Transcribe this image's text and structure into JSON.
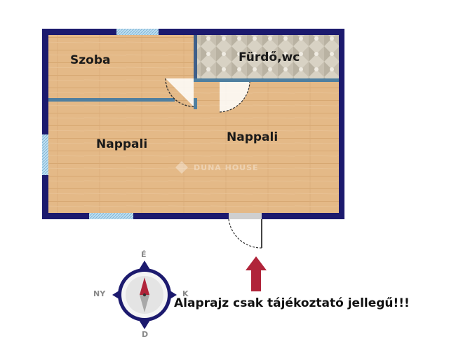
{
  "rooms": {
    "szoba": "Szoba",
    "furdo": "Fürdő,wc",
    "nappali_left": "Nappali",
    "nappali_right": "Nappali"
  },
  "compass": {
    "north": "É",
    "south": "D",
    "east": "K",
    "west": "NY"
  },
  "note": "Alaprajz csak tájékoztató jellegű!!!",
  "watermark": "DUNA HOUSE",
  "colors": {
    "wall": "#1c1a6e",
    "floor": "#e3b98a",
    "window": "#a8d0e8",
    "partition": "#4f7fa0",
    "arrow": "#b0243a",
    "tile": "#c9c3b4"
  },
  "icons": [
    "compass-icon",
    "up-arrow-icon",
    "door-swing-icon"
  ]
}
